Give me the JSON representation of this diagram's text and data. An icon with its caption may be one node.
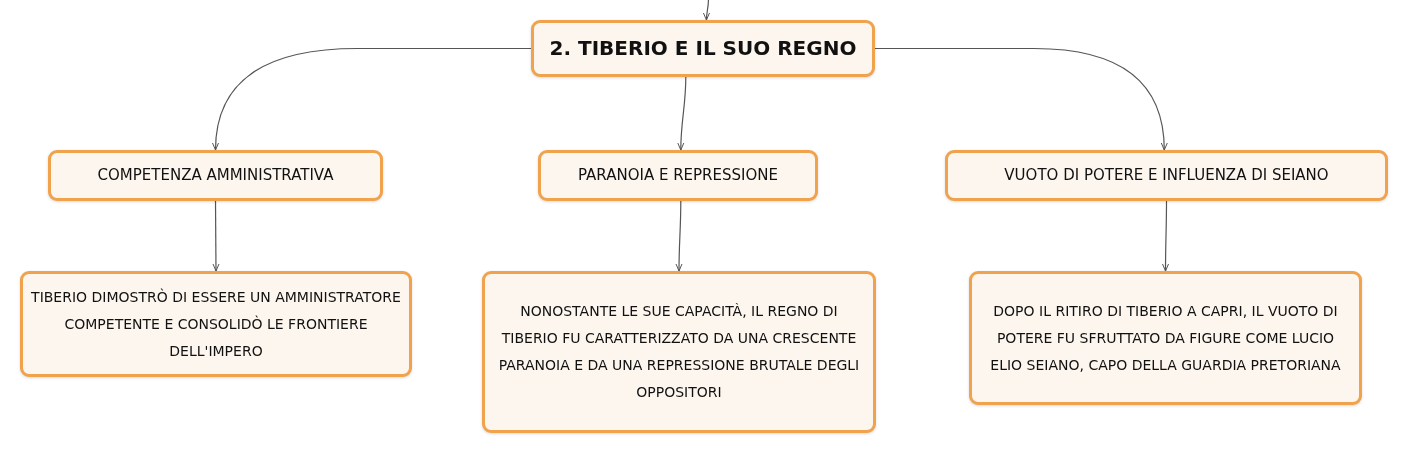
{
  "diagram": {
    "nodes": [
      {
        "text": [
          "2. TIBERIO E IL SUO REGNO"
        ]
      },
      {
        "text": [
          "COMPETENZA AMMINISTRATIVA"
        ]
      },
      {
        "text": [
          "PARANOIA E REPRESSIONE"
        ]
      },
      {
        "text": [
          "VUOTO DI POTERE E INFLUENZA DI SEIANO"
        ]
      },
      {
        "text": [
          "TIBERIO DIMOSTRÒ DI ESSERE UN AMMINISTRATORE COMPETENTE E CONSOLIDÒ LE FRONTIERE DELL'IMPERO"
        ]
      },
      {
        "text": [
          "NONOSTANTE LE SUE CAPACITÀ, IL REGNO DI TIBERIO FU CARATTERIZZATO DA UNA CRESCENTE PARANOIA E DA UNA REPRESSIONE BRUTALE DEGLI OPPOSITORI"
        ]
      },
      {
        "text": [
          "DOPO IL RITIRO DI TIBERIO A CAPRI, IL VUOTO DI POTERE FU SFRUTTATO DA FIGURE COME LUCIO ELIO SEIANO, CAPO DELLA GUARDIA PRETORIANA"
        ]
      }
    ],
    "edges": [
      {
        "from": null,
        "to": 0,
        "arrow": "to"
      },
      {
        "from": 0,
        "to": 1,
        "arrow": "to"
      },
      {
        "from": 0,
        "to": 2,
        "arrow": "to"
      },
      {
        "from": 0,
        "to": 3,
        "arrow": "to"
      },
      {
        "from": 1,
        "to": 4,
        "arrow": "to"
      },
      {
        "from": 2,
        "to": 5,
        "arrow": "to"
      },
      {
        "from": 3,
        "to": 6,
        "arrow": "to"
      }
    ]
  }
}
